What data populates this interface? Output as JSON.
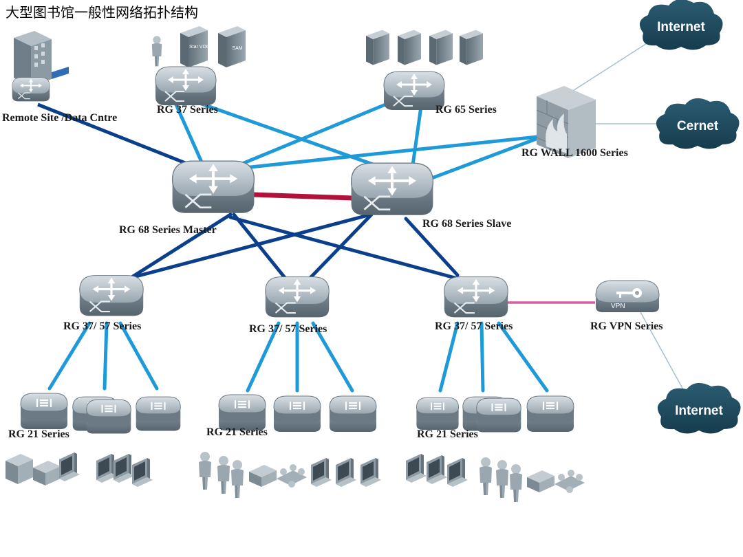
{
  "title": "大型图书馆一般性网络拓扑结构",
  "clouds": {
    "internet_top": "Internet",
    "cernet": "Cernet",
    "internet_bottom": "Internet"
  },
  "labels": {
    "remote_site": "Remote Site /Data  Cntre",
    "rg37_top": "RG 37 Series",
    "rg65": "RG 65 Series",
    "rg_wall": "RG WALL 1600 Series",
    "rg68_master": "RG 68 Series Master",
    "rg68_slave": "RG 68 Series Slave",
    "rg3757_left": "RG 37/ 57 Series",
    "rg3757_mid": "RG 37/ 57 Series",
    "rg3757_right": "RG 37/ 57 Series",
    "rg_vpn": "RG VPN  Series",
    "rg21_left": "RG 21 Series",
    "rg21_mid": "RG 21 Series",
    "rg21_right": "RG 21 Series"
  },
  "device_text": {
    "vpn_badge": "VPN",
    "server_a": "Star VOD",
    "server_b": "SAM"
  },
  "colors": {
    "core_link": "#0b3f8c",
    "access_link": "#1e9ad8",
    "stack_link": "#b0123a",
    "vpn_link": "#d55fa3",
    "internet_link": "#a8bfcc",
    "cloud": "#1d4a5e",
    "device": "#7d8d98"
  }
}
